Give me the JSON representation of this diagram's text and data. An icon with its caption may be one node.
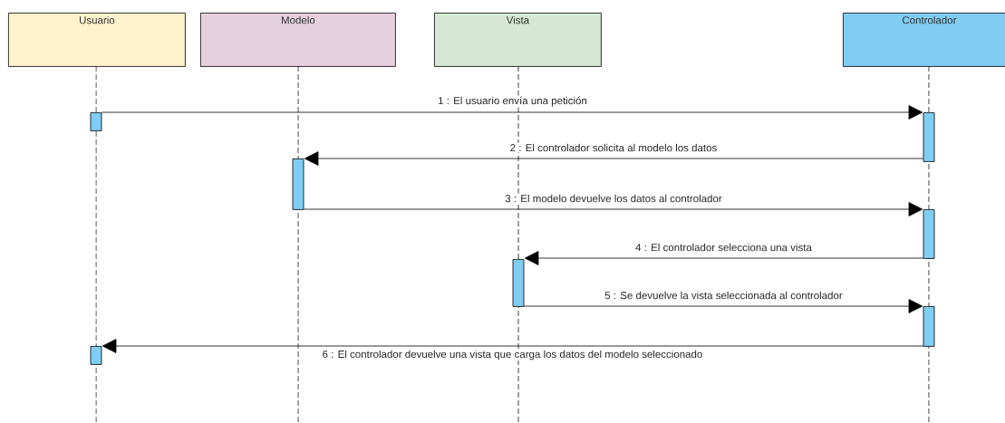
{
  "diagram": {
    "nodes": [
      {
        "text": [
          "Usuario"
        ]
      },
      {
        "text": [
          "Modelo"
        ]
      },
      {
        "text": [
          "Vista"
        ]
      },
      {
        "text": [
          "Controlador"
        ]
      },
      {
        "text": [],
        "shape": "bar"
      },
      {
        "text": [],
        "shape": "bar"
      },
      {
        "text": [],
        "shape": "bar"
      },
      {
        "text": [],
        "shape": "bar"
      },
      {
        "text": [],
        "shape": "bar"
      },
      {
        "text": [],
        "shape": "bar"
      },
      {
        "text": [],
        "shape": "bar"
      }
    ],
    "edges": [
      {
        "from": 4,
        "to": 5,
        "arrow": "to",
        "label": "1 : El usuario envía una petición"
      },
      {
        "from": 5,
        "to": 6,
        "arrow": "to",
        "label": "2 : El controlador solicita al modelo los datos"
      },
      {
        "from": 6,
        "to": 7,
        "arrow": "to",
        "label": "3 : El modelo devuelve los datos al controlador"
      },
      {
        "from": 7,
        "to": 8,
        "arrow": "to",
        "label": "4 : El controlador selecciona una vista"
      },
      {
        "from": 8,
        "to": 9,
        "arrow": "to",
        "label": "5 : Se devuelve la vista seleccionada al controlador"
      },
      {
        "from": 9,
        "to": 10,
        "arrow": "to",
        "label": "6 : El controlador devuelve una vista que carga los datos del modelo seleccionado"
      }
    ]
  }
}
